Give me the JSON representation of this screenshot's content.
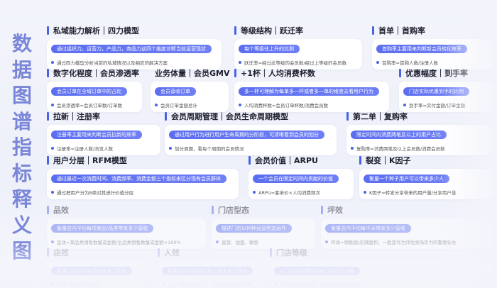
{
  "vertical_title": [
    "数",
    "据",
    "图",
    "谱",
    "指",
    "标",
    "释",
    "义",
    "图"
  ],
  "cards": [
    {
      "title": "私域能力解析｜四力模型",
      "pill": "通过组织力，运营力，产品力，商品力这四个维度诊断当前运营现状",
      "note": "通过四力模型分析当前的私域情况以及相应的解决方案"
    },
    {
      "title": "等级结构｜跃迁率",
      "pill": "每个等级往上升的比例",
      "note": "跃迁率=经过此等级的会员数/经过上等级的会员数"
    },
    {
      "title": "首单｜首购率",
      "pill": "首购率主要用来判断新会员转化效率",
      "note": "首购率=首购人数/注册人数"
    },
    {
      "title": "数字化程度｜会员渗透率",
      "pill": "会员订单在全域订单中的占比",
      "note": "会员渗透率=会员订单数/订单数"
    },
    {
      "title": "业务体量｜会员GMV",
      "pill": "会员营收订单",
      "note": "会员订单金额总计"
    },
    {
      "title": "+1杯｜人均消费杯数",
      "pill": "多一杯可理解为每单多一杯或者多一单的维度去看用户行为",
      "note": "人均消费杯数=会员订单杯数/消费会员数"
    },
    {
      "title": "优惠幅度｜到手率",
      "pill": "门店实际优惠到手的比例",
      "note": "到手率=实付金额/订单金额"
    },
    {
      "title": "拉新｜注册率",
      "pill": "注册率主要用来判断会员拉新的效率",
      "note": "注册率=注册人数/浏览人数"
    },
    {
      "title": "会员周期管理｜会员生命周期模型",
      "pill": "通过用户行为进行用户生命周期的分阶段，可清晰看到会员的划分",
      "note": "划分周期，看每个周期的会员情况"
    },
    {
      "title": "第二单｜复购率",
      "pill": "限定时间内消费两笔及以上的用户占比",
      "note": "复购率=消费两笔及以上会员数/消费会员数"
    },
    {
      "title": "用户分层｜RFM模型",
      "pill": "通过最近一次消费时间、消费频率、消费金额三个指标来区分现有会员群体",
      "note": "通过把用户分为8类对其进行价值分层"
    },
    {
      "title": "会员价值｜ARPU",
      "pill": "一个会员在限定时间内贡献的价值",
      "note": "ARPU=客单价×人均消费频次"
    },
    {
      "title": "裂变｜K因子",
      "pill": "衡量一个种子用户可以带来多少人",
      "note": "K因子=转发分享带来的用户量/分享用户量"
    },
    {
      "title": "品效",
      "pill": "衡量店内平均每项商品/品类带来多少营收",
      "note": "品效=某品类销售数量或金额/全品类销售数量或金额×100%"
    },
    {
      "title": "门店型态",
      "pill": "描述门店以何种运营型态运作",
      "note": "直营、加盟、联营"
    },
    {
      "title": "坪效",
      "pill": "衡量店内平均每平米带来多少营收",
      "note": "坪效=销售额/店铺面积，一般是作为评估卖场实力的重要标准"
    },
    {
      "title": "店效",
      "pill": "衡量门店平均每日带来多少营收",
      "note": "店效=营收/开店天数"
    },
    {
      "title": "人效",
      "pill": "衡量店内平均每位员工带来多少营收",
      "note": "人效=营收/员工数，一般按月或按年计算"
    },
    {
      "title": "门店等级",
      "pill": "以门店营收等指标对门店进行分级",
      "note": "门店等级=按营收、坪效等指标综合评定"
    }
  ]
}
